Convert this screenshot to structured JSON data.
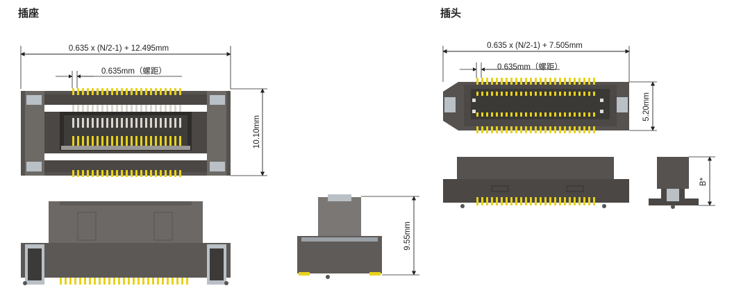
{
  "receptacle": {
    "title": "插座",
    "length_formula": "0.635 x (N/2-1) + 12.495mm",
    "pitch": "0.635mm（螺距）",
    "height": "10.10mm",
    "side_height": "9.55mm"
  },
  "plug": {
    "title": "插头",
    "length_formula": "0.635 x (N/2-1) + 7.505mm",
    "pitch": "0.635mm（螺距）",
    "height": "5.20mm",
    "side_height": "B*"
  },
  "colors": {
    "body": "#5a5754",
    "body_dark": "#3c3a38",
    "gold": "#e8d21a",
    "metal": "#b9c0c6",
    "dimension_line": "#222222"
  }
}
